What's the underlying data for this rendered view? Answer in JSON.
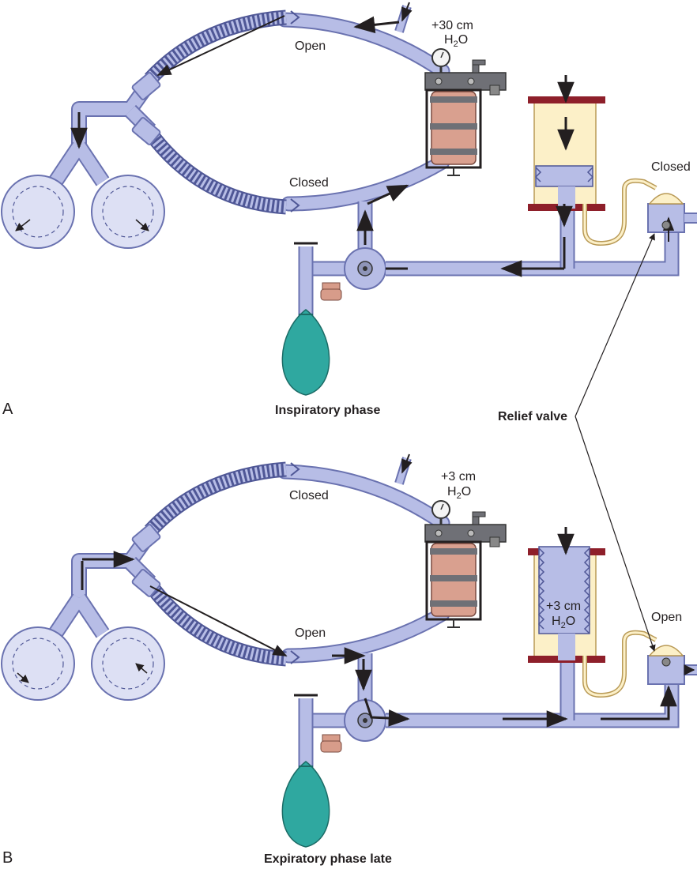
{
  "colors": {
    "tube": "#b7bde6",
    "tube_edge": "#6a72b0",
    "lung": "#dde0f4",
    "bellows": "#d9a08f",
    "housing": "#fcf0c8",
    "housing_cap": "#8e1f2a",
    "bag": "#2fa8a0",
    "valve_body": "#6f7076",
    "knob": "#d79c8a",
    "arrow": "#231f20"
  },
  "icons": [
    "pressure-gauge-icon",
    "flow-arrow-icon",
    "rotary-valve-icon",
    "relief-valve-icon",
    "reservoir-bag-icon"
  ],
  "panel_a": {
    "letter": "A",
    "caption": "Inspiratory phase",
    "pressure_value": "+30 cm",
    "pressure_unit": "H",
    "pressure_sub": "2",
    "pressure_unit_tail": "O",
    "inspiratory_limb_label": "Open",
    "expiratory_limb_label": "Closed",
    "relief_valve_label": "Closed"
  },
  "panel_b": {
    "letter": "B",
    "caption": "Expiratory phase late",
    "pressure_value": "+3 cm",
    "pressure_unit": "H",
    "pressure_sub": "2",
    "pressure_unit_tail": "O",
    "inspiratory_limb_label": "Closed",
    "expiratory_limb_label": "Open",
    "relief_valve_label": "Open",
    "bellows_pressure_value": "+3 cm",
    "bellows_pressure_unit": "H",
    "bellows_pressure_sub": "2",
    "bellows_pressure_unit_tail": "O"
  },
  "relief_valve_callout": "Relief valve"
}
